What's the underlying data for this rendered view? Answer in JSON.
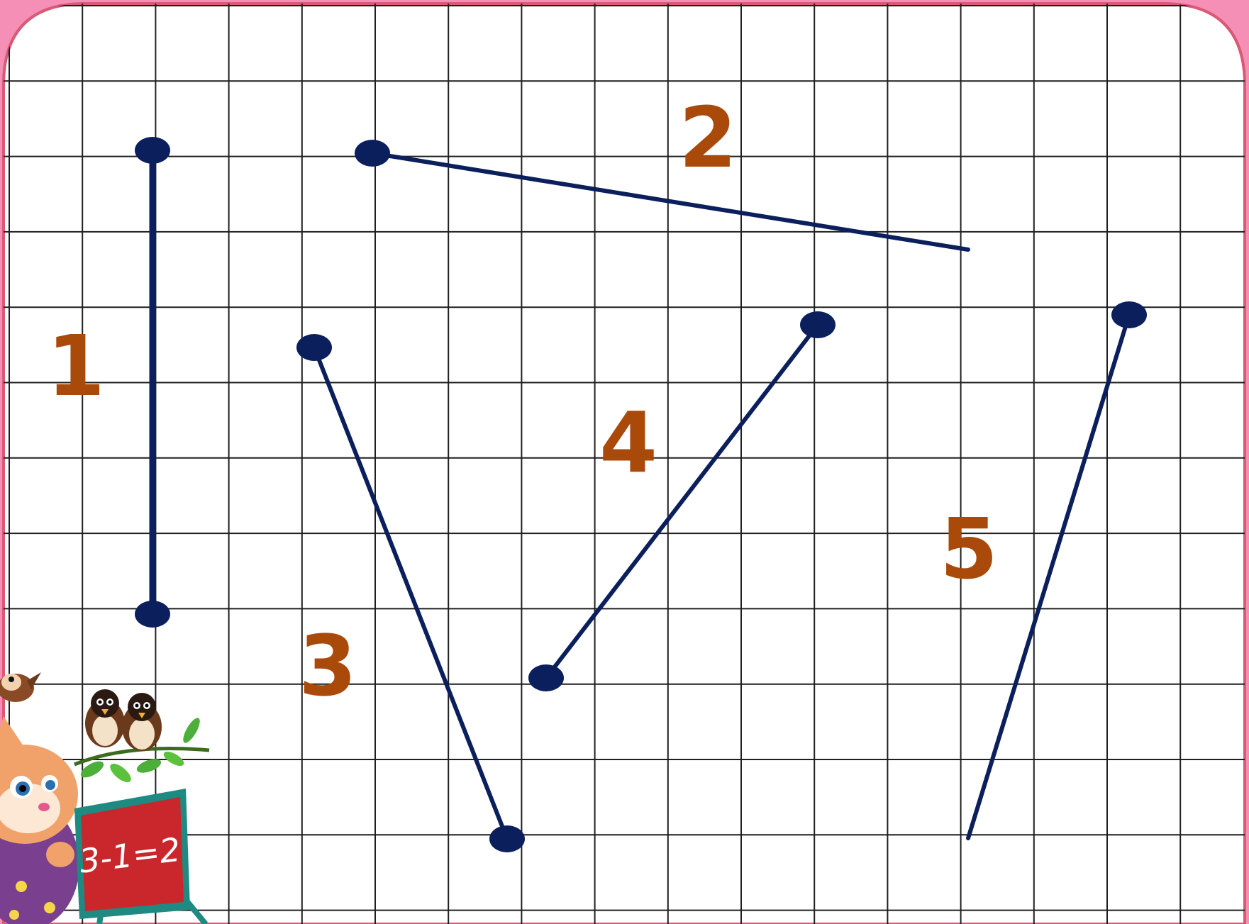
{
  "colors": {
    "background_pink": "#f58fb6",
    "paper": "#ffffff",
    "paper_border": "#d85a74",
    "grid_line": "#1f1f1f",
    "segment": "#0b1f5c",
    "label": "#a94a0b",
    "chalkboard": "#c9272b",
    "chalkboard_frame": "#1e8a82"
  },
  "segments": [
    {
      "label": "1"
    },
    {
      "label": "2"
    },
    {
      "label": "3"
    },
    {
      "label": "4"
    },
    {
      "label": "5"
    }
  ],
  "decoration": {
    "chalkboard_text": "3-1=2",
    "icons": [
      "cat-mascot-icon",
      "bird-icon",
      "bird-icon",
      "bird-icon",
      "branch-icon",
      "chalkboard-icon"
    ]
  }
}
